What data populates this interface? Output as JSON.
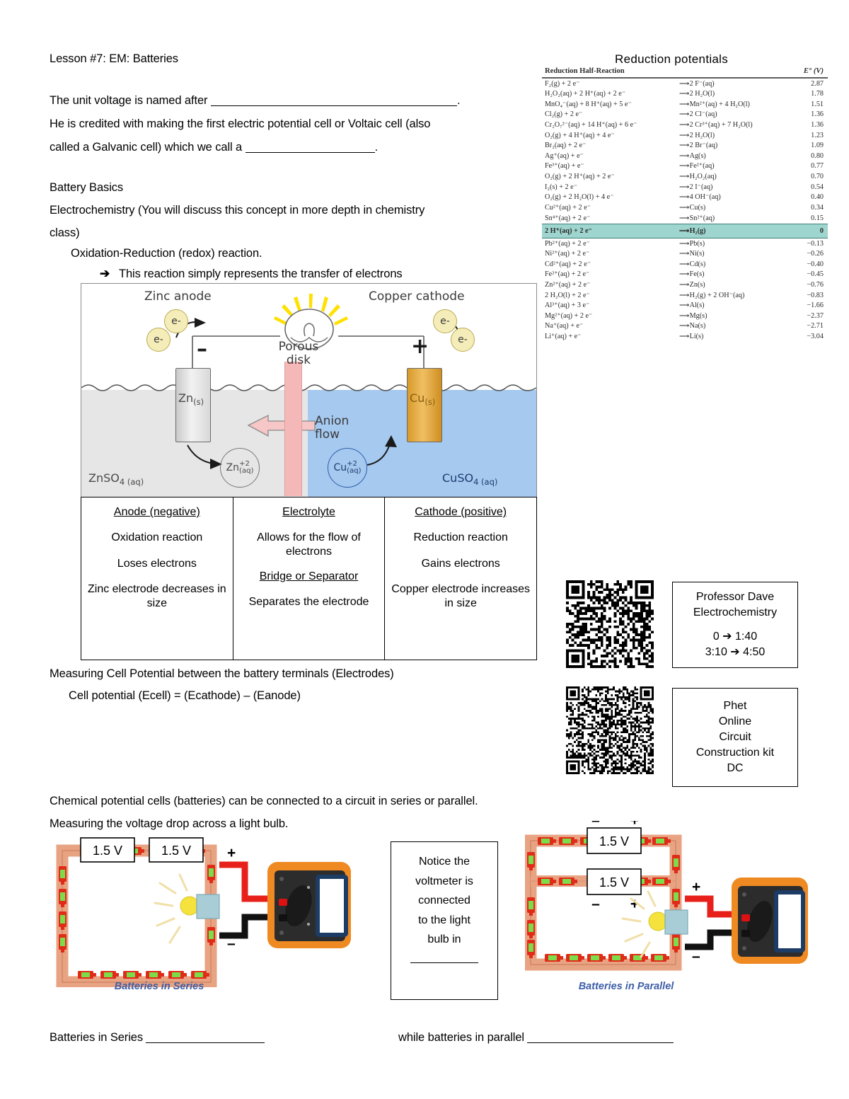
{
  "doc": {
    "lesson_title": "Lesson #7: EM: Batteries",
    "line_unit_before": "The unit voltage is named after",
    "line_unit_after": ".",
    "line_credit": "He is credited with making the first electric potential cell or Voltaic cell (also",
    "line_galv_before": "called a Galvanic cell) which we call a",
    "line_galv_after": ".",
    "battery_basics": "Battery Basics",
    "electro_line1": "Electrochemistry (You will discuss this concept in more depth in chemistry",
    "electro_line2": "class)",
    "redox": "Oxidation-Reduction (redox) reaction.",
    "transfer": "This reaction simply represents the transfer of electrons",
    "arrow_glyph": "➔",
    "measuring_cell": "Measuring Cell Potential between the battery terminals (Electrodes)",
    "cell_potential": "Cell potential (Ecell) = (Ecathode) – (Eanode)",
    "chem_cells": "Chemical potential cells (batteries) can be connected to a circuit in series or parallel.",
    "measuring_drop": "Measuring the voltage drop across a light bulb.",
    "bat_series_q": "Batteries in Series",
    "bat_parallel_q": "while batteries in parallel"
  },
  "reduction_panel": {
    "title": "Reduction potentials",
    "col_reaction": "Reduction Half-Reaction",
    "col_potential": "E° (V)",
    "rows": [
      {
        "reactant": "F₂(g) + 2 e⁻",
        "product": "2 F⁻(aq)",
        "value": "2.87",
        "highlight": false
      },
      {
        "reactant": "H₂O₂(aq) + 2 H⁺(aq) + 2 e⁻",
        "product": "2 H₂O(l)",
        "value": "1.78",
        "highlight": false
      },
      {
        "reactant": "MnO₄⁻(aq) + 8 H⁺(aq) + 5 e⁻",
        "product": "Mn²⁺(aq) + 4 H₂O(l)",
        "value": "1.51",
        "highlight": false
      },
      {
        "reactant": "Cl₂(g) + 2 e⁻",
        "product": "2 Cl⁻(aq)",
        "value": "1.36",
        "highlight": false
      },
      {
        "reactant": "Cr₂O₇²⁻(aq) + 14 H⁺(aq) + 6 e⁻",
        "product": "2 Cr³⁺(aq) + 7 H₂O(l)",
        "value": "1.36",
        "highlight": false
      },
      {
        "reactant": "O₂(g) + 4 H⁺(aq) + 4 e⁻",
        "product": "2 H₂O(l)",
        "value": "1.23",
        "highlight": false
      },
      {
        "reactant": "Br₂(aq) + 2 e⁻",
        "product": "2 Br⁻(aq)",
        "value": "1.09",
        "highlight": false
      },
      {
        "reactant": "Ag⁺(aq) + e⁻",
        "product": "Ag(s)",
        "value": "0.80",
        "highlight": false
      },
      {
        "reactant": "Fe³⁺(aq) + e⁻",
        "product": "Fe²⁺(aq)",
        "value": "0.77",
        "highlight": false
      },
      {
        "reactant": "O₂(g) + 2 H⁺(aq) + 2 e⁻",
        "product": "H₂O₂(aq)",
        "value": "0.70",
        "highlight": false
      },
      {
        "reactant": "I₂(s) + 2 e⁻",
        "product": "2 I⁻(aq)",
        "value": "0.54",
        "highlight": false
      },
      {
        "reactant": "O₂(g) + 2 H₂O(l) + 4 e⁻",
        "product": "4 OH⁻(aq)",
        "value": "0.40",
        "highlight": false
      },
      {
        "reactant": "Cu²⁺(aq) + 2 e⁻",
        "product": "Cu(s)",
        "value": "0.34",
        "highlight": false
      },
      {
        "reactant": "Sn⁴⁺(aq) + 2 e⁻",
        "product": "Sn²⁺(aq)",
        "value": "0.15",
        "highlight": false
      },
      {
        "reactant": "2 H⁺(aq) + 2 e⁻",
        "product": "H₂(g)",
        "value": "0",
        "highlight": true
      },
      {
        "reactant": "Pb²⁺(aq) + 2 e⁻",
        "product": "Pb(s)",
        "value": "−0.13",
        "highlight": false
      },
      {
        "reactant": "Ni²⁺(aq) + 2 e⁻",
        "product": "Ni(s)",
        "value": "−0.26",
        "highlight": false
      },
      {
        "reactant": "Cd²⁺(aq) + 2 e⁻",
        "product": "Cd(s)",
        "value": "−0.40",
        "highlight": false
      },
      {
        "reactant": "Fe²⁺(aq) + 2 e⁻",
        "product": "Fe(s)",
        "value": "−0.45",
        "highlight": false
      },
      {
        "reactant": "Zn²⁺(aq) + 2 e⁻",
        "product": "Zn(s)",
        "value": "−0.76",
        "highlight": false
      },
      {
        "reactant": "2 H₂O(l) + 2 e⁻",
        "product": "H₂(g) + 2 OH⁻(aq)",
        "value": "−0.83",
        "highlight": false
      },
      {
        "reactant": "Al³⁺(aq) + 3 e⁻",
        "product": "Al(s)",
        "value": "−1.66",
        "highlight": false
      },
      {
        "reactant": "Mg²⁺(aq) + 2 e⁻",
        "product": "Mg(s)",
        "value": "−2.37",
        "highlight": false
      },
      {
        "reactant": "Na⁺(aq) + e⁻",
        "product": "Na(s)",
        "value": "−2.71",
        "highlight": false
      },
      {
        "reactant": "Li⁺(aq) + e⁻",
        "product": "Li(s)",
        "value": "−3.04",
        "highlight": false
      }
    ],
    "highlight_color": "#9ed5ce"
  },
  "cell_figure": {
    "zinc_anode": "Zinc anode",
    "copper_cathode": "Copper cathode",
    "electron_label": "e-",
    "minus": "–",
    "plus": "+",
    "porous_disk": "Porous disk",
    "anion_flow": "Anion flow",
    "zn_solid": "Zn",
    "zn_solid_sub": "(s)",
    "cu_solid": "Cu",
    "cu_solid_sub": "(s)",
    "zn_ion": "Zn",
    "zn_ion_sup": "+2",
    "zn_ion_sub": "(aq)",
    "cu_ion": "Cu",
    "cu_ion_sup": "+2",
    "cu_ion_sub": "(aq)",
    "znso4": "ZnSO",
    "znso4_sub": "4 (aq)",
    "cuso4": "CuSO",
    "cuso4_sub": "4 (aq)",
    "colors": {
      "zinc_solution": "#e6e6e6",
      "copper_solution": "#a6c9f0",
      "porous_disk": "#f5b8b8",
      "copper_electrode": "#e0a63b",
      "bulb_glow": "#ffe000"
    }
  },
  "info_table": {
    "columns": [
      {
        "header": "Anode (negative)",
        "items": [
          "Oxidation reaction",
          "Loses electrons",
          "Zinc electrode decreases in size"
        ]
      },
      {
        "header": "Electrolyte",
        "items": [
          "Allows for the flow of electrons"
        ],
        "header2": "Bridge or Separator",
        "items2": [
          "Separates the electrode"
        ]
      },
      {
        "header": "Cathode (positive)",
        "items": [
          "Reduction reaction",
          "Gains electrons",
          "Copper electrode increases in size"
        ]
      }
    ]
  },
  "qr_section": {
    "box1": {
      "line1": "Professor Dave",
      "line2": "Electrochemistry",
      "line3": "0 ➔ 1:40",
      "line4": "3:10 ➔ 4:50"
    },
    "box2": {
      "line1": "Phet",
      "line2": "Online",
      "line3": "Circuit",
      "line4": "Construction kit",
      "line5": "DC"
    }
  },
  "circuits": {
    "series": {
      "caption": "Batteries in Series",
      "battery1_value": "1.5 V",
      "battery1_minus": "–",
      "battery1_plus": "+",
      "battery2_value": "1.5 V",
      "battery2_minus": "–",
      "battery2_plus": "+",
      "probe_plus": "+",
      "probe_minus": "–"
    },
    "parallel": {
      "caption": "Batteries in Parallel",
      "battery1_value": "1.5 V",
      "battery1_minus": "–",
      "battery1_plus": "+",
      "battery2_value": "1.5 V",
      "battery2_minus": "–",
      "battery2_plus": "+",
      "probe_plus": "+",
      "probe_minus": "–"
    },
    "notice": {
      "line1": "Notice the",
      "line2": "voltmeter is",
      "line3": "connected",
      "line4": "to the light",
      "line5": "bulb in"
    }
  }
}
